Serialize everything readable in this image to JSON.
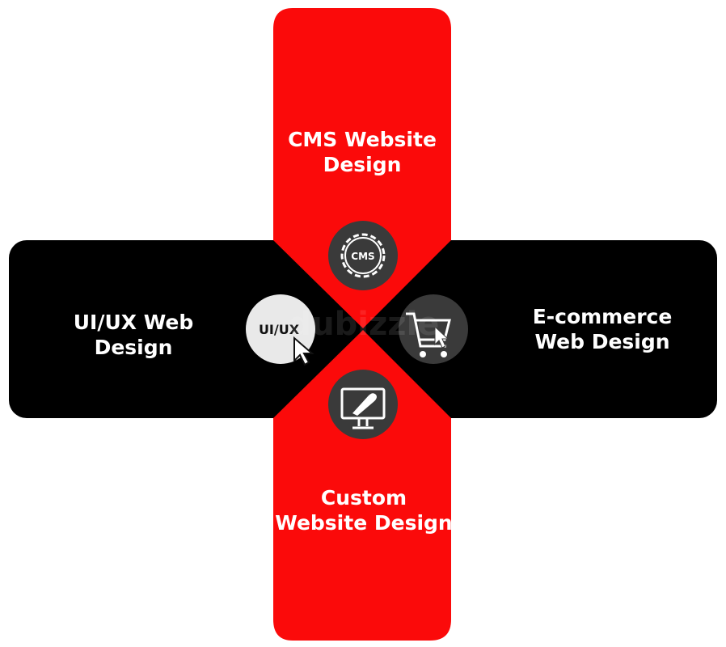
{
  "colors": {
    "red": "#fb0a0a",
    "black": "#000000",
    "icon_bg": "#3a3a3a",
    "text": "#ffffff"
  },
  "cells": [
    {
      "id": "cms",
      "line1": "CMS Website",
      "line2": "Design",
      "icon": "cms-gear-icon",
      "icon_text": "CMS"
    },
    {
      "id": "uiux",
      "line1": "UI/UX Web",
      "line2": "Design",
      "icon": "uiux-cursor-icon",
      "icon_text": "UI/UX"
    },
    {
      "id": "ecom",
      "line1": "E-commerce",
      "line2": "Web Design",
      "icon": "shopping-cart-icon"
    },
    {
      "id": "custom",
      "line1": "Custom",
      "line2": "Website Design",
      "icon": "monitor-brush-icon"
    }
  ],
  "watermark": "dubizzle"
}
